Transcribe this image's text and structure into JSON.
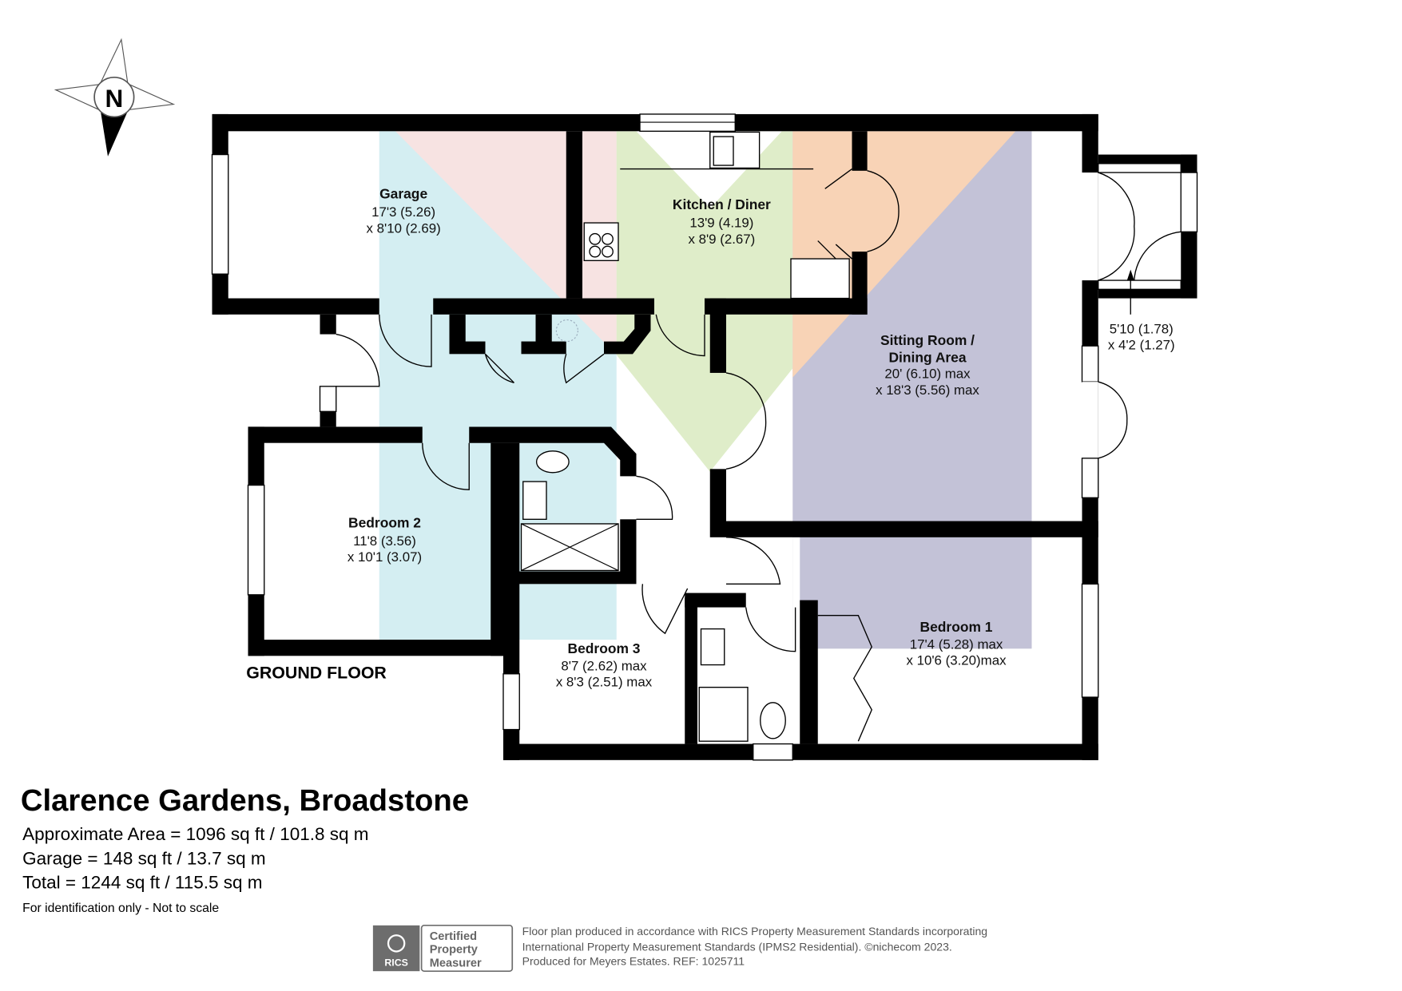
{
  "colors": {
    "garage": "#f7e3e2",
    "blue": "#d4eef2",
    "kitchen": "#dfedc9",
    "orange": "#f8d3b6",
    "purple": "#c3c2d7",
    "wall": "#000000"
  },
  "compass": {
    "label": "N"
  },
  "floor_label": "GROUND FLOOR",
  "rooms": {
    "garage": {
      "name": "Garage",
      "dim1": "17'3 (5.26)",
      "dim2": "x 8'10 (2.69)"
    },
    "kitchen": {
      "name": "Kitchen / Diner",
      "dim1": "13'9 (4.19)",
      "dim2": "x 8'9 (2.67)"
    },
    "sitting": {
      "name1": "Sitting Room /",
      "name2": "Dining Area",
      "dim1": "20' (6.10) max",
      "dim2": "x 18'3 (5.56) max"
    },
    "porch": {
      "dim1": "5'10 (1.78)",
      "dim2": "x 4'2 (1.27)"
    },
    "bedroom2": {
      "name": "Bedroom 2",
      "dim1": "11'8 (3.56)",
      "dim2": "x 10'1 (3.07)"
    },
    "bedroom3": {
      "name": "Bedroom 3",
      "dim1": "8'7 (2.62) max",
      "dim2": "x 8'3 (2.51) max"
    },
    "bedroom1": {
      "name": "Bedroom 1",
      "dim1": "17'4 (5.28) max",
      "dim2": "x 10'6 (3.20)max"
    }
  },
  "info": {
    "title": "Clarence Gardens, Broadstone",
    "approx_area": "Approximate Area = 1096 sq ft / 101.8 sq m",
    "garage_area": "Garage = 148 sq ft / 13.7 sq m",
    "total_area": "Total = 1244 sq ft / 115.5 sq m",
    "disclaimer": "For identification only - Not to scale"
  },
  "badge": {
    "logo_text": "RICS",
    "line1": "Certified",
    "line2": "Property",
    "line3": "Measurer"
  },
  "footer": {
    "line1": "Floor plan produced in accordance with RICS Property Measurement Standards incorporating",
    "line2": "International Property Measurement Standards (IPMS2 Residential).  ©nichecom 2023.",
    "line3": "Produced for Meyers Estates.   REF:  1025711"
  }
}
